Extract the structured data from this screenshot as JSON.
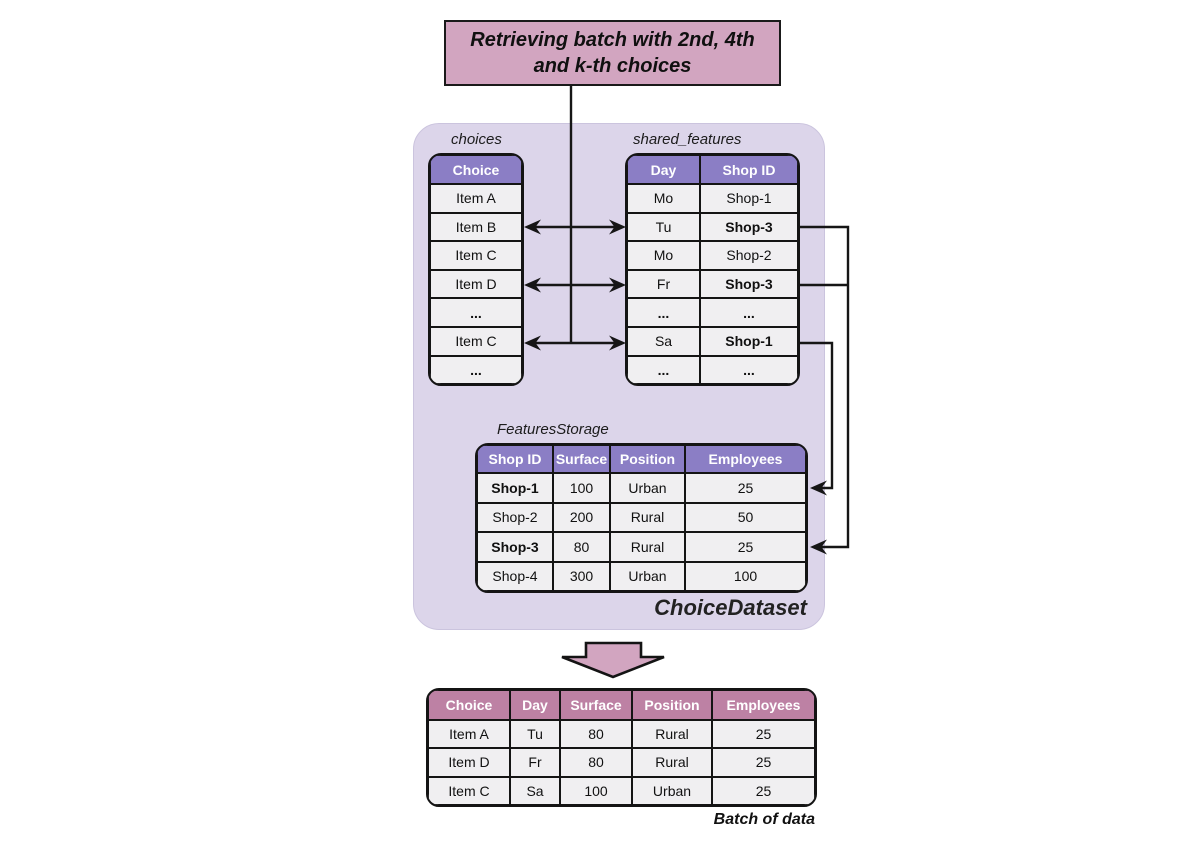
{
  "colors": {
    "purple_header": "#8B7EC5",
    "pink_header": "#BD81A4",
    "pink_box": "#D2A5C0",
    "panel_bg": "#DCD5EA",
    "row_bg": "#F0EFF1",
    "line": "#161616"
  },
  "title_box": {
    "line1": "Retrieving batch with 2nd, 4th",
    "line2": "and k-th choices"
  },
  "panel": {
    "label": "ChoiceDataset"
  },
  "tables": {
    "choices": {
      "caption": "choices",
      "headers": [
        "Choice"
      ],
      "rows": [
        [
          "Item A"
        ],
        [
          "Item B"
        ],
        [
          "Item C"
        ],
        [
          "Item D"
        ],
        [
          "..."
        ],
        [
          "Item C"
        ],
        [
          "..."
        ]
      ],
      "bold": [
        "4,0",
        "6,0"
      ]
    },
    "shared_features": {
      "caption": "shared_features",
      "headers": [
        "Day",
        "Shop ID"
      ],
      "rows": [
        [
          "Mo",
          "Shop-1"
        ],
        [
          "Tu",
          "Shop-3"
        ],
        [
          "Mo",
          "Shop-2"
        ],
        [
          "Fr",
          "Shop-3"
        ],
        [
          "...",
          "..."
        ],
        [
          "Sa",
          "Shop-1"
        ],
        [
          "...",
          "..."
        ]
      ],
      "bold": [
        "1,1",
        "3,1",
        "4,0",
        "4,1",
        "5,1",
        "6,0",
        "6,1"
      ]
    },
    "features_storage": {
      "caption": "FeaturesStorage",
      "headers": [
        "Shop ID",
        "Surface",
        "Position",
        "Employees"
      ],
      "rows": [
        [
          "Shop-1",
          "100",
          "Urban",
          "25"
        ],
        [
          "Shop-2",
          "200",
          "Rural",
          "50"
        ],
        [
          "Shop-3",
          "80",
          "Rural",
          "25"
        ],
        [
          "Shop-4",
          "300",
          "Urban",
          "100"
        ]
      ],
      "bold": [
        "0,0",
        "2,0"
      ]
    },
    "batch": {
      "headers": [
        "Choice",
        "Day",
        "Surface",
        "Position",
        "Employees"
      ],
      "rows": [
        [
          "Item A",
          "Tu",
          "80",
          "Rural",
          "25"
        ],
        [
          "Item D",
          "Fr",
          "80",
          "Rural",
          "25"
        ],
        [
          "Item C",
          "Sa",
          "100",
          "Urban",
          "25"
        ]
      ],
      "bold": []
    }
  },
  "batch_label": "Batch of data"
}
